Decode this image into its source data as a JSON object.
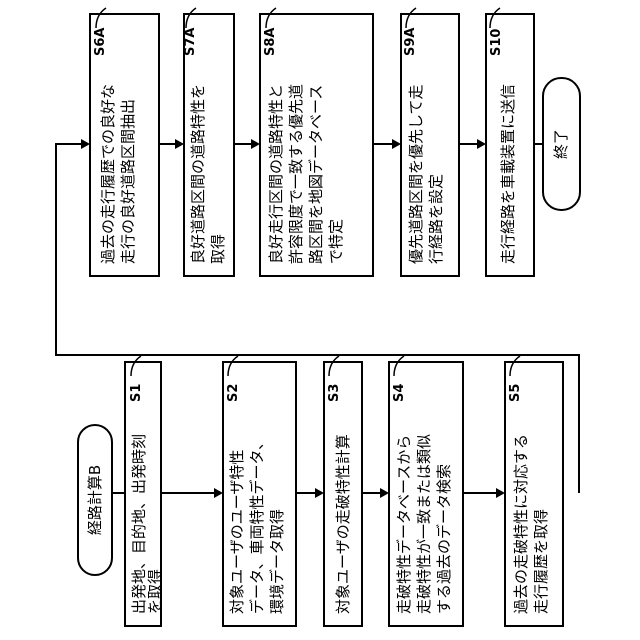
{
  "start": "経路計算B",
  "end": "終了",
  "steps": [
    {
      "label": "S1",
      "line1": "出発地、目的地、出発時刻",
      "line2": "を取得"
    },
    {
      "label": "S2",
      "line1": "対象ユーザのユーザ特性",
      "line2": "データ、車両特性データ、",
      "line3": "環境データ取得"
    },
    {
      "label": "S3",
      "line1": "対象ユーザの走破特性計算"
    },
    {
      "label": "S4",
      "line1": "走破特性データベースから",
      "line2": "走破特性が一致または類似",
      "line3": "する過去のデータ検索"
    },
    {
      "label": "S5",
      "line1": "過去の走破特性に対応する",
      "line2": "走行履歴を取得"
    },
    {
      "label": "S6A",
      "line1": "過去の走行履歴での良好な",
      "line2": "走行の良好道路区間抽出"
    },
    {
      "label": "S7A",
      "line1": "良好道路区間の道路特性を",
      "line2": "取得"
    },
    {
      "label": "S8A",
      "line1": "良好走行区間の道路特性と",
      "line2": "許容限度で一致する優先道",
      "line3": "路区間を地図データベース",
      "line4": "で特定"
    },
    {
      "label": "S9A",
      "line1": "優先道路区間を優先して走",
      "line2": "行経路を設定"
    },
    {
      "label": "S10",
      "line1": "走行経路を車載装置に送信"
    }
  ]
}
